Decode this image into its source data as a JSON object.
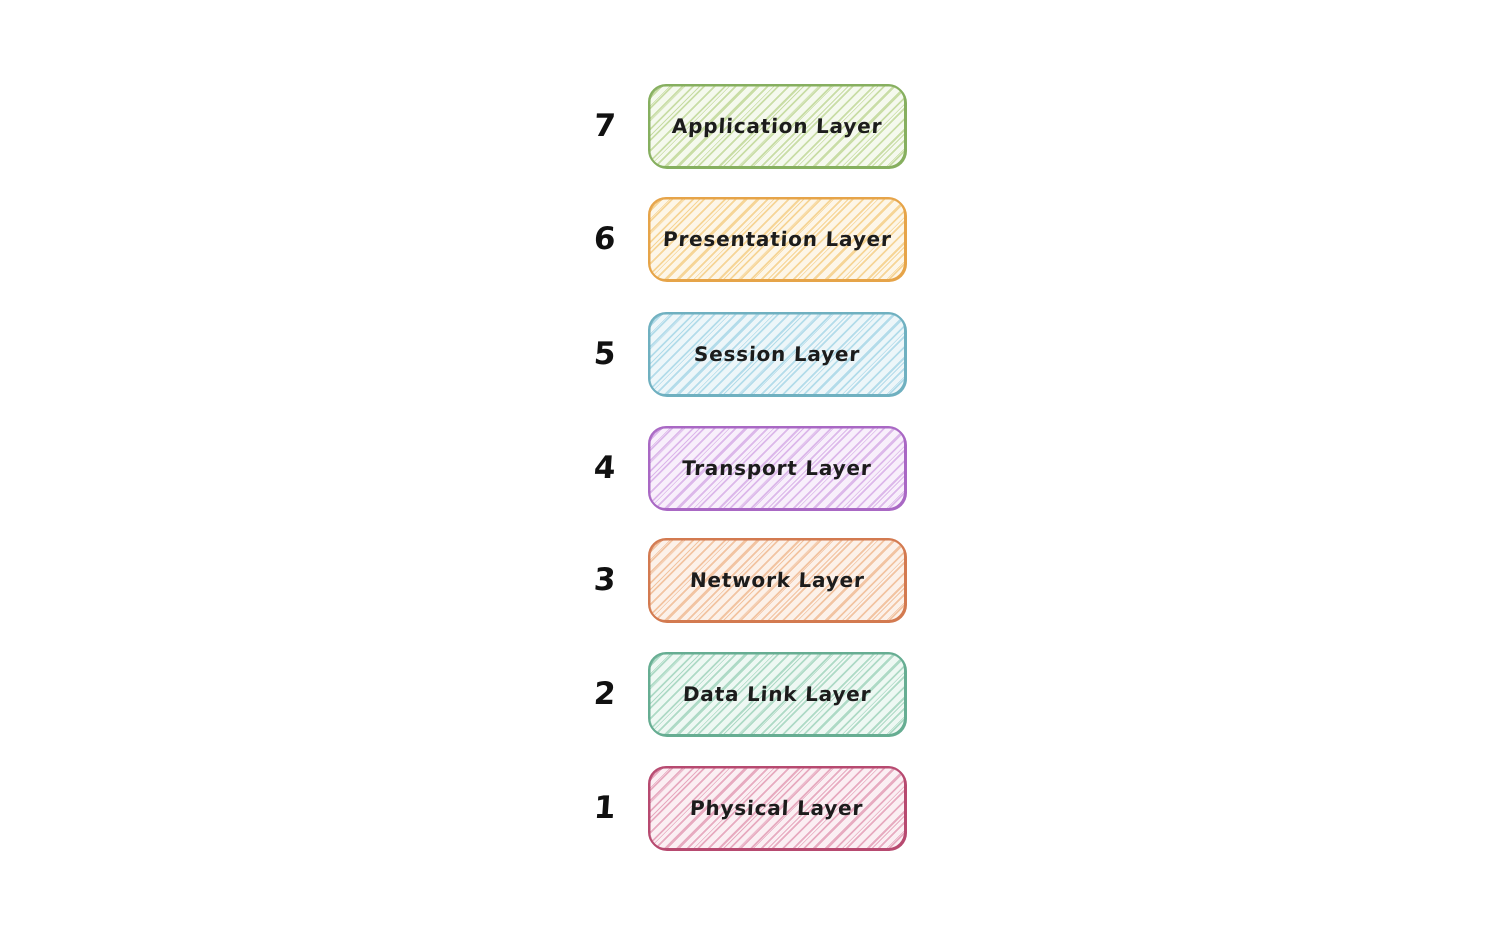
{
  "diagram": {
    "type": "osi-model-stack",
    "layers": [
      {
        "number": "7",
        "label": "Application Layer",
        "colors": {
          "border": "#86af5f",
          "line": "#c9dda6",
          "bg": "#f5f9ee"
        }
      },
      {
        "number": "6",
        "label": "Presentation Layer",
        "colors": {
          "border": "#e6a449",
          "line": "#f6d597",
          "bg": "#fdf6e8"
        }
      },
      {
        "number": "5",
        "label": "Session Layer",
        "colors": {
          "border": "#6fb0c0",
          "line": "#b3dcea",
          "bg": "#edf6f9"
        }
      },
      {
        "number": "4",
        "label": "Transport Layer",
        "colors": {
          "border": "#a968c4",
          "line": "#dcb8ea",
          "bg": "#f8effb"
        }
      },
      {
        "number": "3",
        "label": "Network Layer",
        "colors": {
          "border": "#d37a50",
          "line": "#f2c4a2",
          "bg": "#fcf1e9"
        }
      },
      {
        "number": "2",
        "label": "Data Link Layer",
        "colors": {
          "border": "#66ad92",
          "line": "#aedac6",
          "bg": "#eef8f3"
        }
      },
      {
        "number": "1",
        "label": "Physical Layer",
        "colors": {
          "border": "#b74a70",
          "line": "#e7abc0",
          "bg": "#fbeff3"
        }
      }
    ]
  }
}
